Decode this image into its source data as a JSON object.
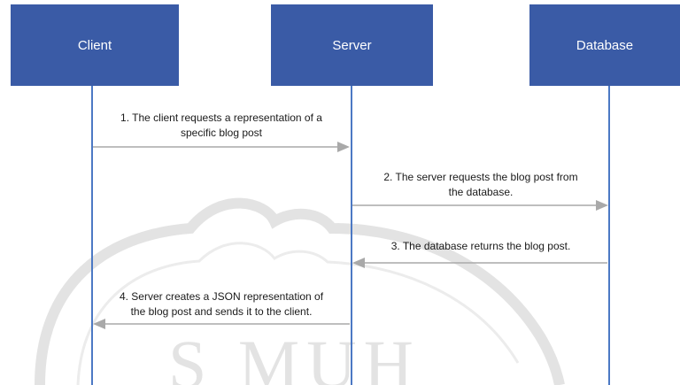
{
  "actors": {
    "client": "Client",
    "server": "Server",
    "database": "Database"
  },
  "messages": [
    {
      "line1": "1. The client requests a representation of a",
      "line2": "specific blog post"
    },
    {
      "line1": "2. The server requests the blog post from",
      "line2": "the database."
    },
    {
      "line1": "3. The database returns the blog post.",
      "line2": ""
    },
    {
      "line1": "4. Server creates a JSON representation of",
      "line2": "the blog post and sends it to the client."
    }
  ],
  "watermark": {
    "text": "S MUH"
  },
  "colors": {
    "actor_fill": "#3a5ba6",
    "lifeline": "#4c79c4",
    "arrow": "#a9a9a9",
    "watermark": "#e3e3e3"
  }
}
